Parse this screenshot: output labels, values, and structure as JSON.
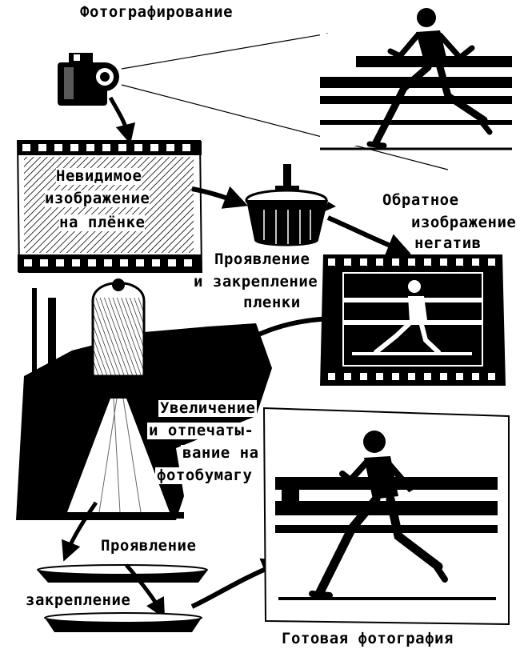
{
  "labels": {
    "photographing": "Фотографирование",
    "latent_image": [
      "Невидимое",
      "изображение",
      "на плёнке"
    ],
    "film_processing": [
      "Проявление",
      "и закрепление",
      "пленки"
    ],
    "negative": [
      "Обратное",
      "изображение",
      "негатив"
    ],
    "enlarging": [
      "Увеличение",
      "и отпечаты-",
      "вание на",
      "фотобумагу"
    ],
    "developing": "Проявление",
    "fixing": "закрепление",
    "final_photo": "Готовая фотография"
  },
  "icons": [
    "camera-icon",
    "runner-illustration",
    "film-strip-icon",
    "developing-tank-icon",
    "negative-film-icon",
    "enlarger-icon",
    "tray-icon",
    "photo-print-icon",
    "arrow-icon"
  ]
}
